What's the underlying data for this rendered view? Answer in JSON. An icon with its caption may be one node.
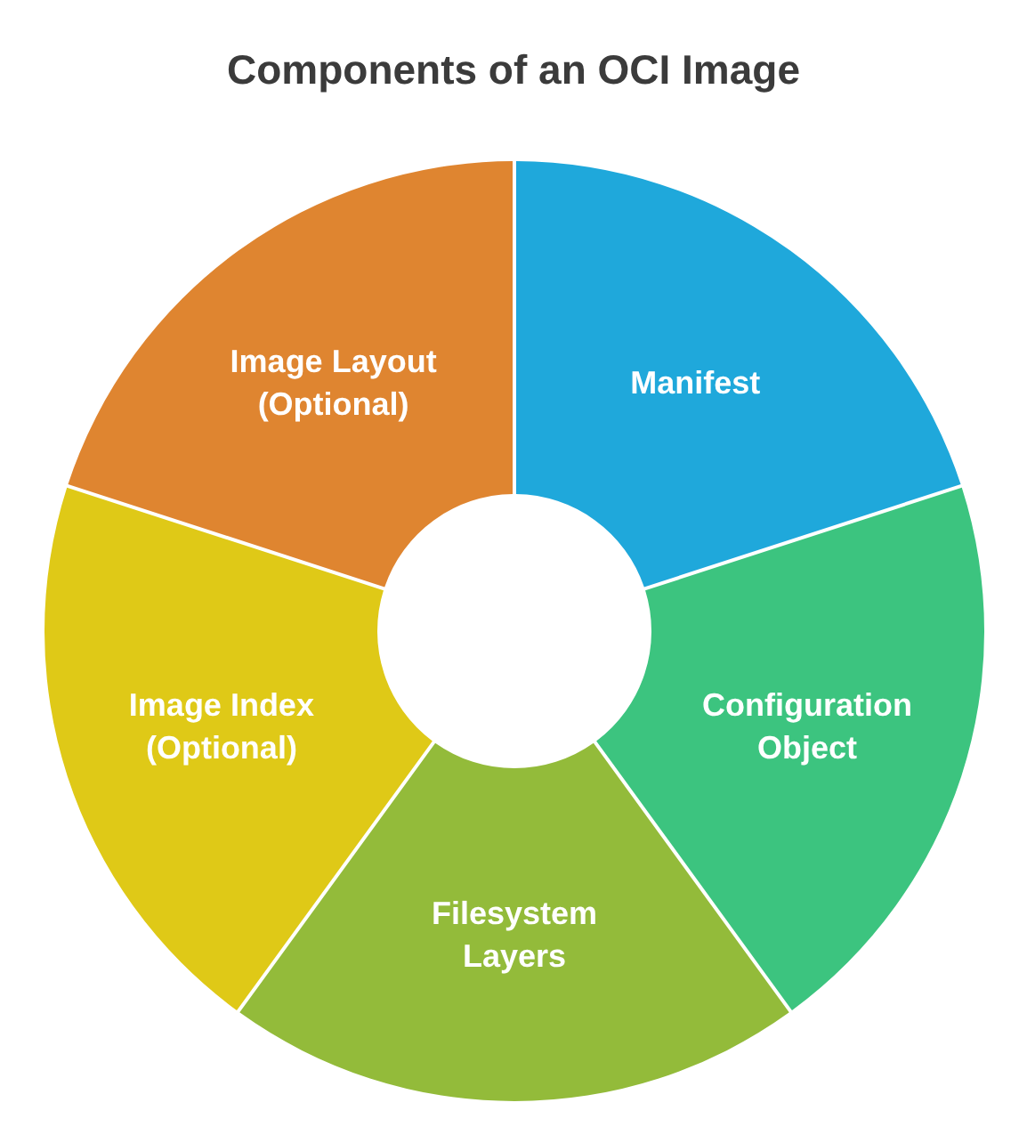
{
  "diagram": {
    "title": "Components of an OCI Image",
    "nodes": [
      {
        "text": [
          "Manifest"
        ]
      },
      {
        "text": [
          "Configuration Object"
        ]
      },
      {
        "text": [
          "Filesystem Layers"
        ]
      },
      {
        "text": [
          "Image Index (Optional)"
        ]
      },
      {
        "text": [
          "Image Layout (Optional)"
        ]
      }
    ]
  }
}
